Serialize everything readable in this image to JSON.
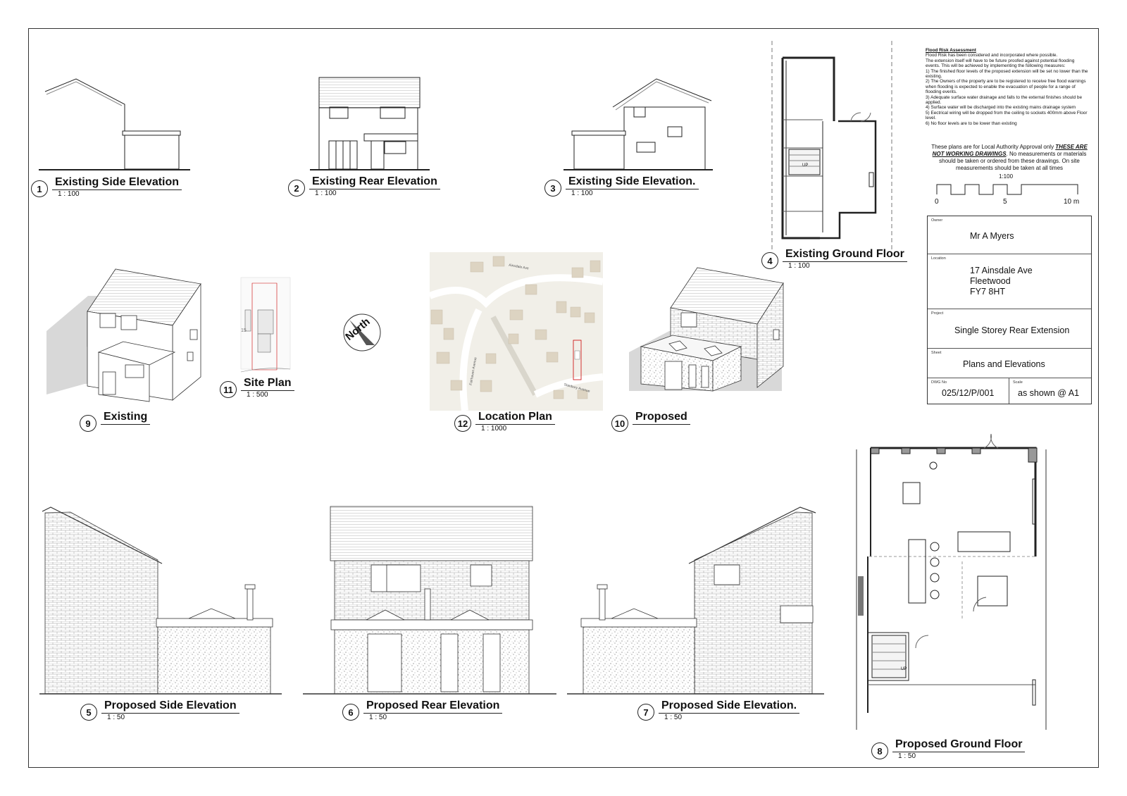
{
  "views": [
    {
      "num": "1",
      "name": "Existing Side Elevation",
      "scale": "1 : 100"
    },
    {
      "num": "2",
      "name": "Existing Rear Elevation",
      "scale": "1 : 100"
    },
    {
      "num": "3",
      "name": "Existing Side Elevation.",
      "scale": "1 : 100"
    },
    {
      "num": "4",
      "name": "Existing Ground Floor",
      "scale": "1 : 100"
    },
    {
      "num": "5",
      "name": "Proposed Side Elevation",
      "scale": "1 : 50"
    },
    {
      "num": "6",
      "name": "Proposed Rear Elevation",
      "scale": "1 : 50"
    },
    {
      "num": "7",
      "name": "Proposed Side Elevation.",
      "scale": "1 : 50"
    },
    {
      "num": "8",
      "name": "Proposed Ground Floor",
      "scale": "1 : 50"
    },
    {
      "num": "9",
      "name": "Existing",
      "scale": ""
    },
    {
      "num": "10",
      "name": "Proposed",
      "scale": ""
    },
    {
      "num": "11",
      "name": "Site Plan",
      "scale": "1 : 500"
    },
    {
      "num": "12",
      "name": "Location Plan",
      "scale": "1 : 1000"
    }
  ],
  "flood": {
    "title": "Flood Risk Assessment",
    "lines": [
      "Flood Risk has been considered and incorporated where possible.",
      "The extension itself will have to be future proofed against potential flooding events.  This will be achieved by implementing the following measures:",
      "1) The finished floor levels of the proposed extension will be set no lower than the existing.",
      " 2) The Owners of the property are to be registered to receive free flood warnings when flooding is expected to enable the evacuation of people for a range of flooding events.",
      "3) Adequate surface water drainage and falls to the external finishes should be applied.",
      "4) Surface water will be discharged into the existing mains drainage system",
      "5) Eectrical  wiring will  be dropped from  the ceiling to sockets 400mm above Floor level.",
      " 6) No floor levels are to be lower than existing"
    ]
  },
  "disclaimer": {
    "pre": "These plans are for Local Authority Approval only ",
    "bold": "THESE ARE NOT WORKING DRAWINGS",
    "post": ".  No measurements or materials should be taken or ordered from these drawings. On site measurements should be taken at all times"
  },
  "scalebar": {
    "title": "1:100",
    "label0": "0",
    "label5": "5",
    "label10": "10 m"
  },
  "titleblock": {
    "owner_caption": "Owner",
    "owner": "Mr A Myers",
    "location_caption": "Location",
    "address1": "17 Ainsdale Ave",
    "address2": "Fleetwood",
    "address3": "FY7 8HT",
    "project_caption": "Project",
    "project": "Single Storey Rear Extension",
    "sheet_caption": "Sheet",
    "sheet": "Plans and Elevations",
    "dwg_caption": "DWG No",
    "dwg": "025/12/P/001",
    "scale_caption": "Scale",
    "scale": "as shown @ A1"
  },
  "north_label": "North",
  "site_plot_number": "15",
  "stair_label": "UP",
  "street_labels": {
    "s1": "Ainsdale Ave",
    "s2": "Fairhaven Avenue",
    "s3": "Stanbury Avenue"
  }
}
